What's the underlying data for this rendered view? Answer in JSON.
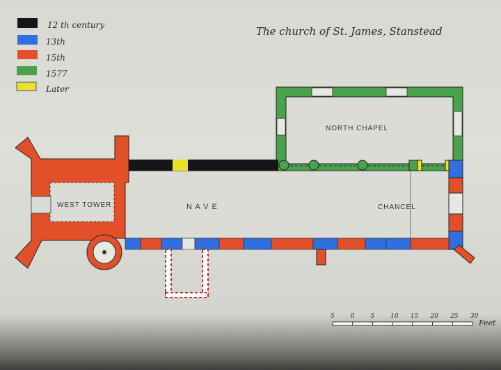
{
  "title": "The church of St. James, Stanstead",
  "legend": [
    {
      "label": "12 th century",
      "color": "#15161a"
    },
    {
      "label": "13th",
      "color": "#2f6fe0"
    },
    {
      "label": "15th",
      "color": "#e2502a"
    },
    {
      "label": "1577",
      "color": "#4aa24c"
    },
    {
      "label": "Later",
      "color": "#e8e02a"
    }
  ],
  "rooms": {
    "west_tower": "WEST TOWER",
    "nave": "N A V E",
    "north_chapel": "NORTH CHAPEL",
    "chancel": "CHANCEL"
  },
  "scale": {
    "ticks": [
      "5",
      "0",
      "5",
      "10",
      "15",
      "20",
      "25",
      "30"
    ],
    "unit": "Feet"
  }
}
